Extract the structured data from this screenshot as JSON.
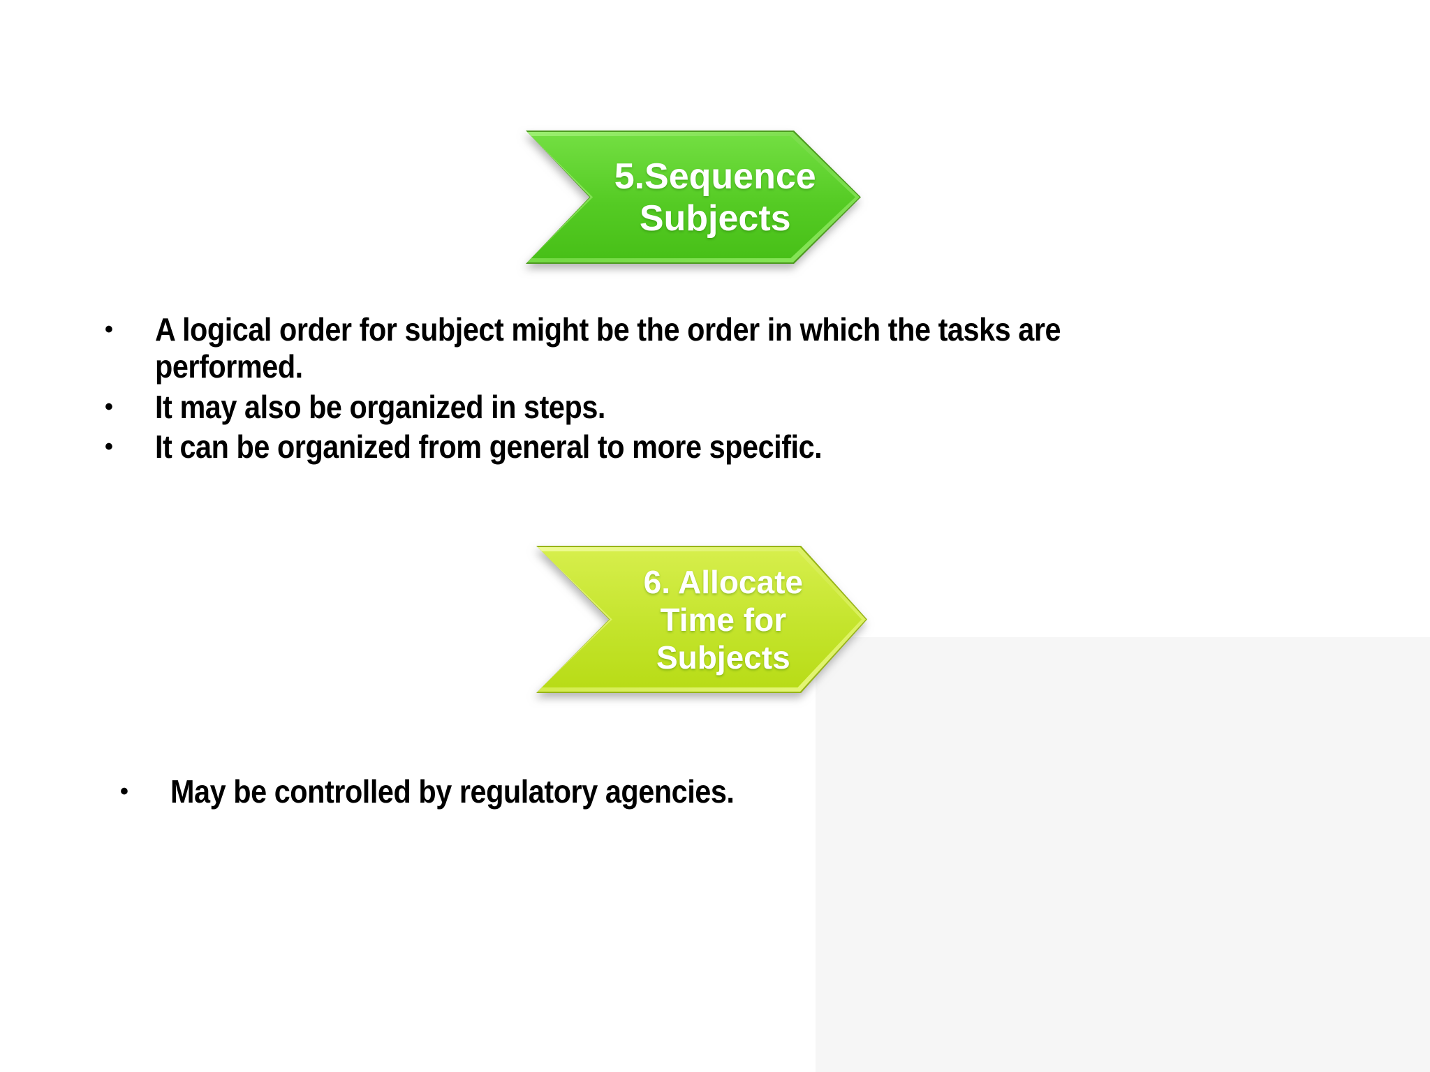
{
  "background": {
    "base_color": "#ffffff",
    "accent_region_color": "#f6f6f6"
  },
  "bullet_char": "•",
  "arrows": [
    {
      "name": "step-5-sequence-subjects",
      "lines": [
        "5.Sequence",
        "Subjects"
      ],
      "fill_top": "#72de41",
      "fill_bottom": "#48c018",
      "rim_color": "#4c9a1f",
      "bevel_color": "#8ae85c",
      "text_color": "#ffffff"
    },
    {
      "name": "step-6-allocate-time",
      "lines": [
        "6. Allocate",
        "Time for",
        "Subjects"
      ],
      "fill_top": "#d6ee4b",
      "fill_bottom": "#b8dc17",
      "rim_color": "#97b418",
      "bevel_color": "#e8f87f",
      "text_color": "#ffffff"
    }
  ],
  "bullets_main": [
    {
      "lines": [
        "A logical order for subject might be the order in which the tasks are",
        "performed."
      ]
    },
    {
      "lines": [
        "It may also be organized in steps."
      ]
    },
    {
      "lines": [
        "It can be organized from general to more specific."
      ]
    }
  ],
  "bullets_bottom": [
    {
      "lines": [
        "May be controlled by regulatory agencies."
      ]
    }
  ],
  "text_color": "#000000"
}
